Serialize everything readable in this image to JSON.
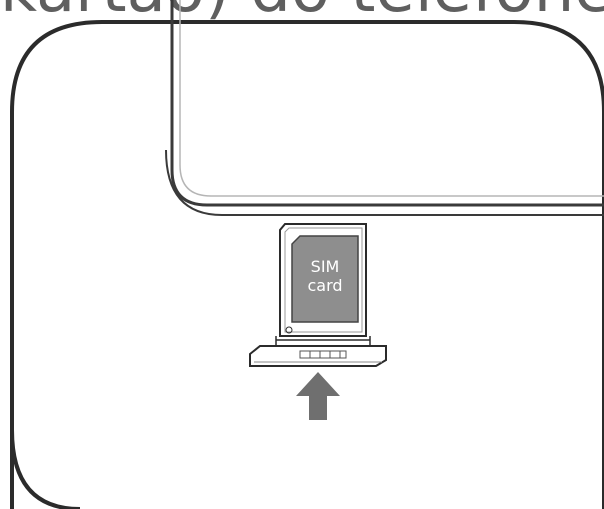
{
  "heading": {
    "text": "kartão) do telefone."
  },
  "illustration": {
    "sim_label_line1": "SIM",
    "sim_label_line2": "card",
    "colors": {
      "outline": "#2b2b2b",
      "phone_edge": "#8a8a8a",
      "sim_card": "#8e8e8e",
      "arrow": "#6f6f6f",
      "text_heading": "#5f5f5f"
    }
  }
}
